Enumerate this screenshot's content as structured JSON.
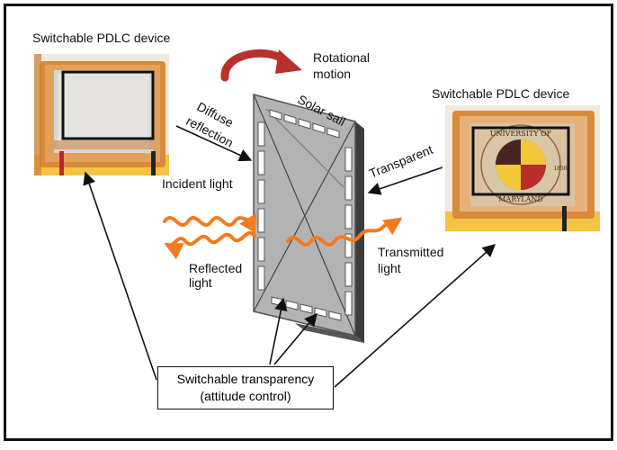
{
  "labels": {
    "left_device": "Switchable PDLC device",
    "right_device": "Switchable PDLC device",
    "rotational": [
      "Rotational",
      "motion"
    ],
    "diffuse": [
      "Diffuse",
      "reflection"
    ],
    "solar_sail": "Solar sail",
    "transparent": "Transparent",
    "incident": "Incident light",
    "reflected": [
      "Reflected",
      "light"
    ],
    "transmitted": [
      "Transmitted",
      "light"
    ],
    "callout": [
      "Switchable transparency",
      "(attitude control)"
    ]
  },
  "colors": {
    "light_wave": "#f47a1f",
    "rotation_arrow": "#b8312b",
    "sail_face": "#b3b3b3",
    "sail_edge": "#555555",
    "electrode": "#e09a3a"
  },
  "photo_text": {
    "seal_ring": [
      "UNIVERSITY OF",
      "MARYLAND"
    ],
    "seal_year": "1856"
  }
}
